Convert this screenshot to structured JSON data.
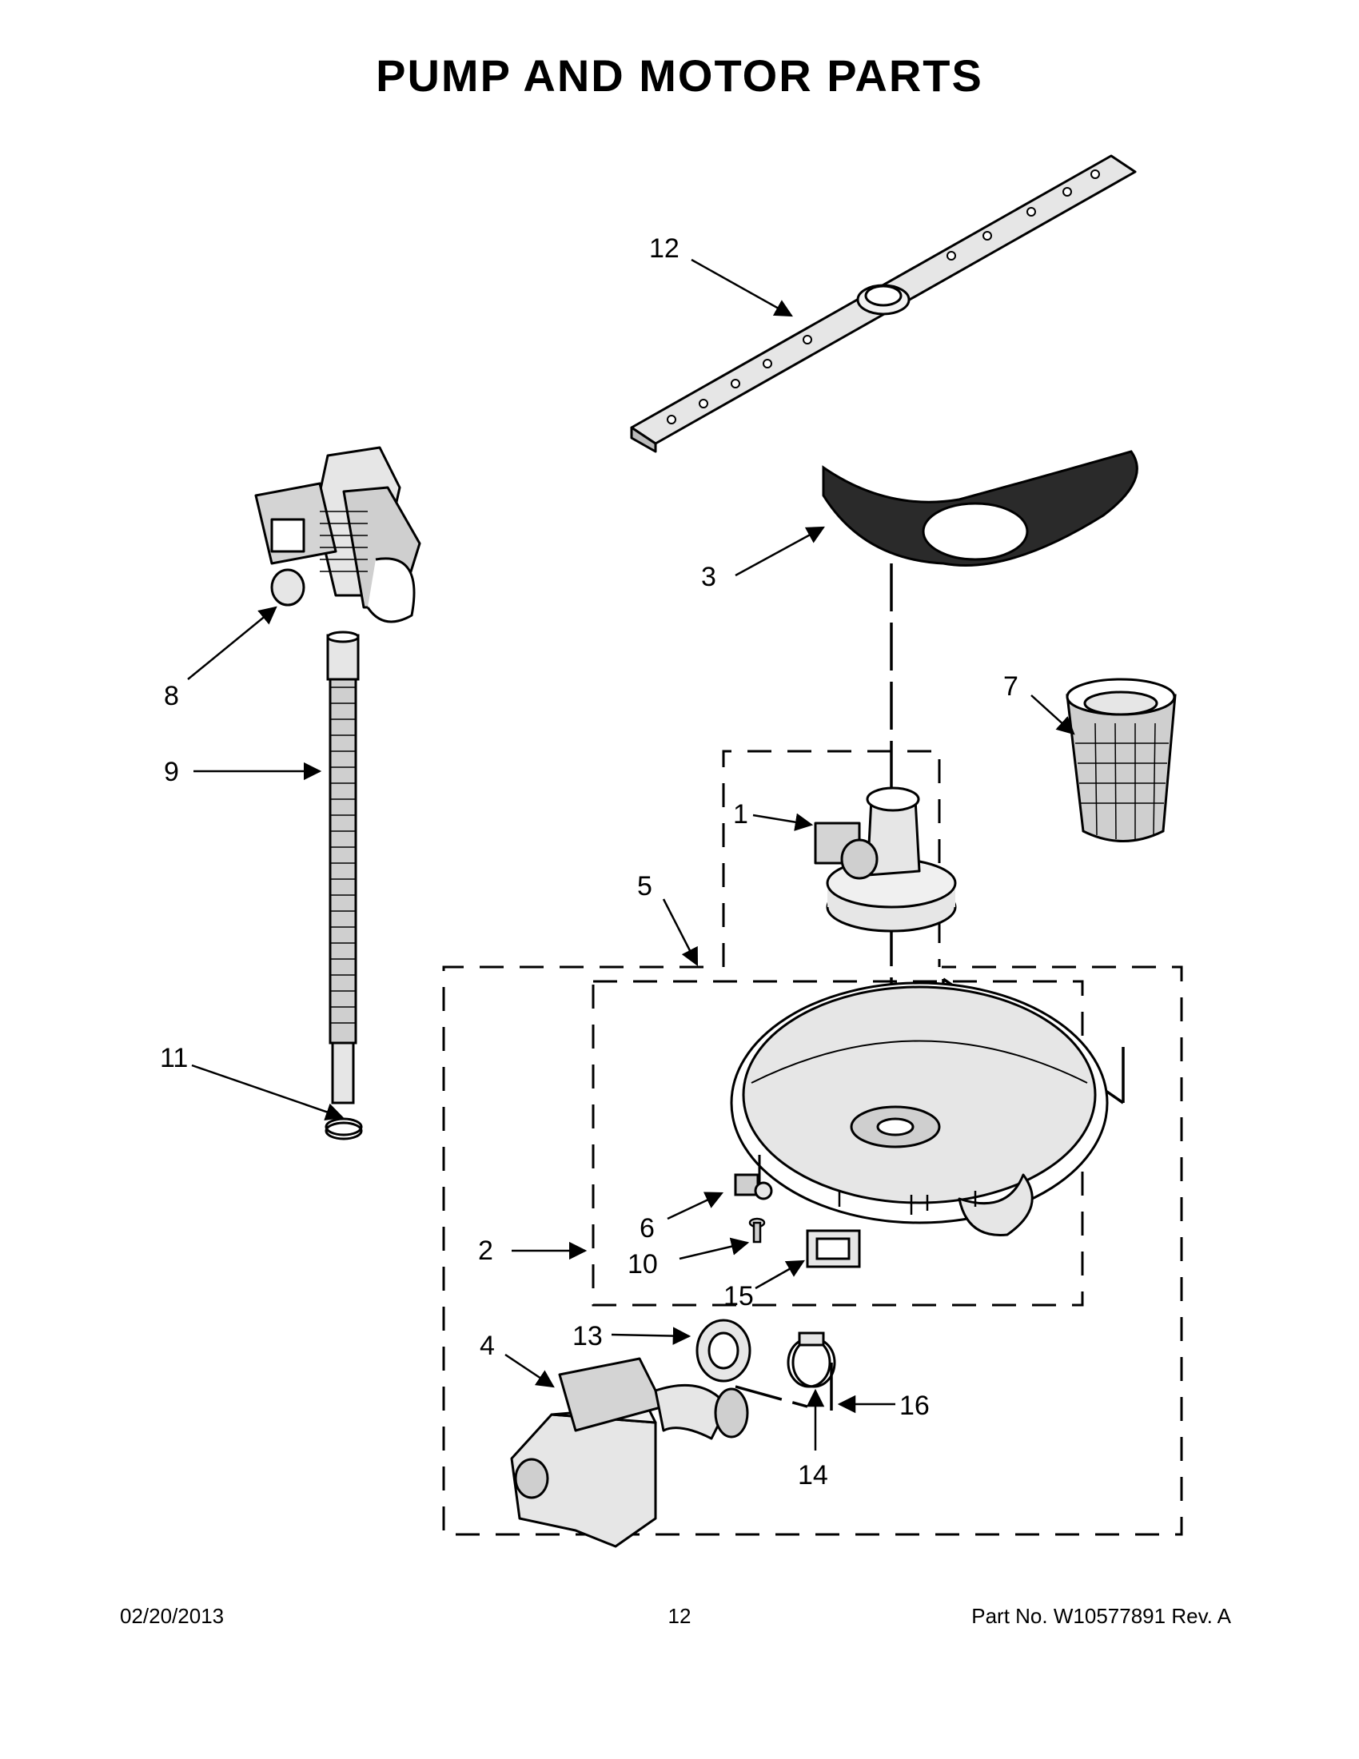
{
  "title": "PUMP AND MOTOR PARTS",
  "callouts": {
    "c1": "1",
    "c2": "2",
    "c3": "3",
    "c4": "4",
    "c5": "5",
    "c6": "6",
    "c7": "7",
    "c8": "8",
    "c9": "9",
    "c10": "10",
    "c11": "11",
    "c12": "12",
    "c13": "13",
    "c14": "14",
    "c15": "15",
    "c16": "16"
  },
  "footer": {
    "date": "02/20/2013",
    "page": "12",
    "part_label": "Part No.",
    "part_number": "W10577891",
    "rev_label": "Rev.",
    "rev": "A"
  },
  "colors": {
    "line": "#000000",
    "part_fill": "#e6e6e6",
    "dark_fill": "#2a2a2a"
  }
}
